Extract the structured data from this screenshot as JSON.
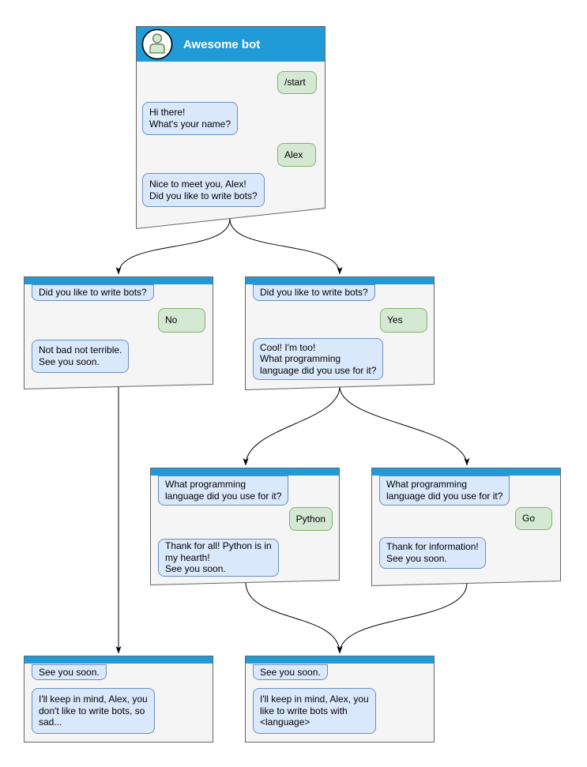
{
  "colors": {
    "header_blue": "#209BD8",
    "window_fill": "#F5F5F5",
    "window_border": "#666666",
    "bot_fill": "#DAE8FC",
    "bot_border": "#6C8EBF",
    "user_fill": "#D5E8D4",
    "user_border": "#82B366",
    "connector": "#000000"
  },
  "main_window": {
    "title": "Awesome bot",
    "user_start": "/start",
    "bot_greeting": "Hi there!\nWhat's your name?",
    "user_name": "Alex",
    "bot_ask_bots": "Nice to meet you, Alex!\nDid you like to write bots?"
  },
  "branch_no": {
    "question": "Did you like to write bots?",
    "answer": "No",
    "reply": "Not bad not terrible.\nSee you soon."
  },
  "branch_yes": {
    "question": "Did you like to write bots?",
    "answer": "Yes",
    "reply": "Cool! I'm too!\nWhat programming\nlanguage did you use for it?"
  },
  "branch_python": {
    "question": "What programming\nlanguage did you use for it?",
    "answer": "Python",
    "reply": "Thank for all! Python is in\nmy hearth!\nSee you soon."
  },
  "branch_go": {
    "question": "What programming\nlanguage did you use for it?",
    "answer": "Go",
    "reply": "Thank for information!\nSee you soon."
  },
  "end_no": {
    "question": "See you soon.",
    "reply": "I'll keep in mind, Alex, you\ndon't like to write bots, so\nsad..."
  },
  "end_yes": {
    "question": "See you soon.",
    "reply": "I'll keep in mind, Alex, you\nlike to write bots with\n<language>"
  }
}
